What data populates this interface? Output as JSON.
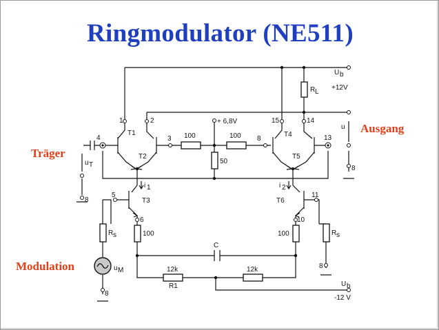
{
  "title": "Ringmodulator (NE511)",
  "labels": {
    "ausgang": "Ausgang",
    "traeger": "Träger",
    "modulation": "Modulation"
  },
  "colors": {
    "title": "#1f3fbf",
    "labels": "#e0401a",
    "wire": "#111111"
  },
  "schematic": {
    "supply_pos": "U",
    "supply_pos_sub": "b",
    "supply_pos_value": "+12V",
    "supply_neg": "U",
    "supply_neg_sub": "b",
    "supply_neg_value": "-12 V",
    "bias_voltage": "+ 6,8V",
    "load_resistor": "R",
    "load_resistor_sub": "L",
    "transistors": [
      "T1",
      "T2",
      "T3",
      "T4",
      "T5",
      "T6"
    ],
    "pins": [
      "1",
      "2",
      "3",
      "4",
      "5",
      "6",
      "8",
      "8",
      "8",
      "8",
      "8",
      "10",
      "11",
      "13",
      "14",
      "15"
    ],
    "resistor_100_left": "100",
    "resistor_100_right": "100",
    "resistor_50": "50",
    "emitter_res_left": "100",
    "emitter_res_right": "100",
    "rs_left": "R",
    "rs_left_sub": "s",
    "rs_right": "R",
    "rs_right_sub": "s",
    "capacitor": "C",
    "r1_value": "12k",
    "r1_name": "R1",
    "r2_value": "12k",
    "current_1": "i",
    "current_1_sub": "1",
    "current_2": "i",
    "current_2_sub": "2",
    "carrier_voltage": "u",
    "carrier_voltage_sub": "T",
    "mod_voltage": "u",
    "mod_voltage_sub": "M",
    "output_voltage": "u"
  }
}
